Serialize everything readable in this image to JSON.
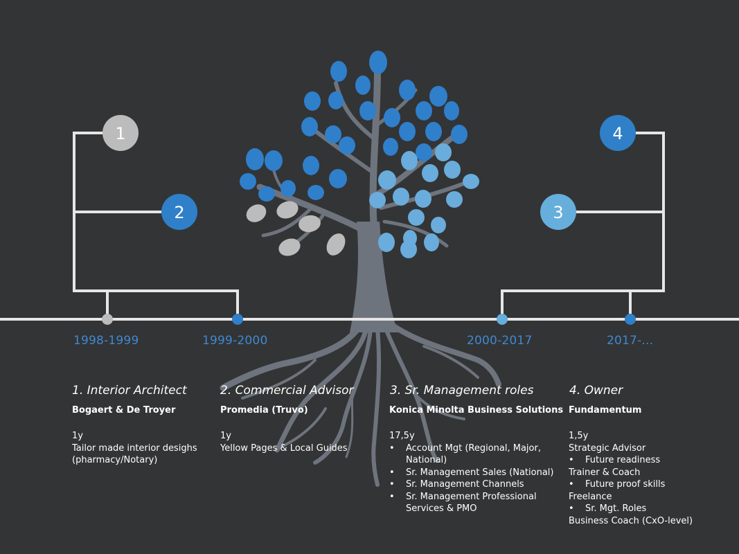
{
  "colors": {
    "background": "#333435",
    "line": "#e6e6e6",
    "gray_node": "#bcbcbc",
    "blue_node": "#2f80c8",
    "light_blue_node": "#66aedc",
    "tree_trunk": "#6e747d",
    "year_text": "#3f89d2"
  },
  "milestones": [
    {
      "number": "1",
      "color": "gray",
      "year": "1998-1999",
      "title": "1. Interior Architect",
      "company": "Bogaert & De Troyer"
    },
    {
      "number": "2",
      "color": "blue",
      "year": "1999-2000",
      "title": "2. Commercial Advisor",
      "company": "Promedia (Truvo)"
    },
    {
      "number": "3",
      "color": "light-blue",
      "year": "2000-2017",
      "title": "3. Sr. Management roles",
      "company": "Konica Minolta Business Solutions"
    },
    {
      "number": "4",
      "color": "blue",
      "year": "2017-...",
      "title": "4. Owner",
      "company": "Fundamentum"
    }
  ],
  "details": {
    "m1": {
      "duration": "1y",
      "lines": [
        "Tailor made interior desighs",
        "(pharmacy/Notary)"
      ]
    },
    "m2": {
      "duration": "1y",
      "lines": [
        "Yellow Pages & Local Guides"
      ]
    },
    "m3": {
      "duration": "17,5y",
      "bullets": [
        "Account Mgt (Regional, Major,",
        "National)",
        "Sr. Management Sales (National)",
        "Sr. Management Channels",
        "Sr. Management Professional",
        "Services & PMO"
      ]
    },
    "m4": {
      "duration": "1,5y",
      "roles": [
        {
          "role": "Strategic Advisor",
          "bullet": "Future readiness"
        },
        {
          "role": "Trainer & Coach",
          "bullet": "Future proof skills"
        },
        {
          "role": "Freelance",
          "bullet": "Sr. Mgt. Roles"
        }
      ],
      "last_line": "Business Coach (CxO-level)"
    }
  }
}
